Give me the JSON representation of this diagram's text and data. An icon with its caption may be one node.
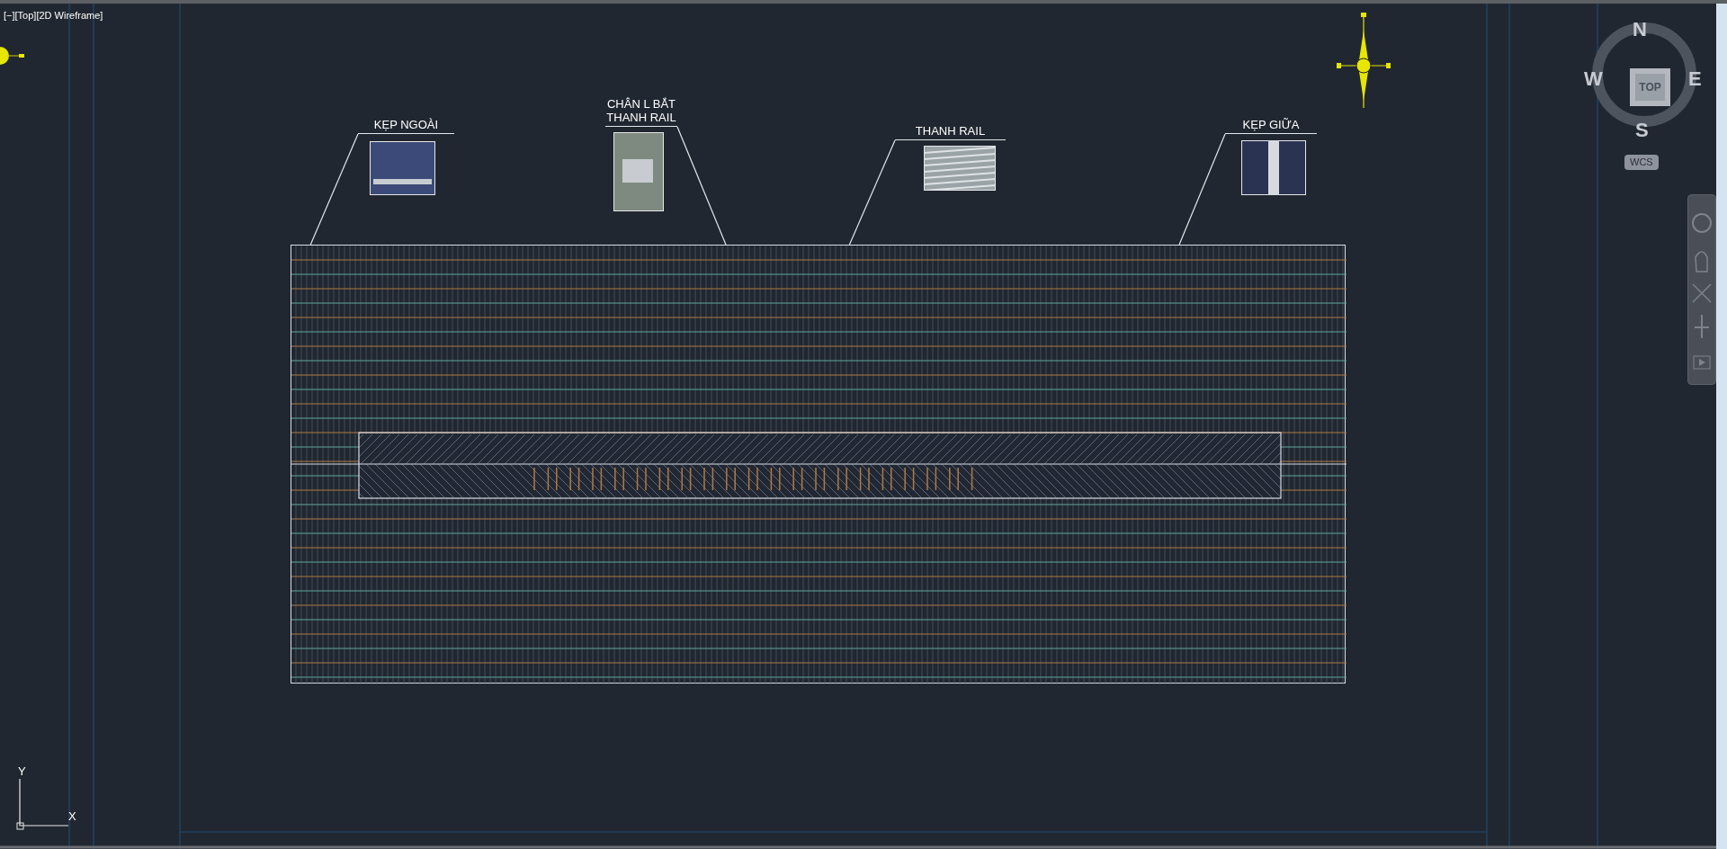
{
  "diagram": {
    "nodes": [
      {
        "text": [
          "KẸP NGOÀI"
        ]
      },
      {
        "text": [
          "CHÂN L BẮT THANH RAIL"
        ]
      },
      {
        "text": [
          "THANH RAIL"
        ]
      },
      {
        "text": [
          "KẸP GIỮA"
        ]
      },
      {
        "text": [],
        "shape": "box"
      }
    ],
    "edges": [
      {
        "from": 0,
        "to": 4,
        "arrow": "none"
      },
      {
        "from": 1,
        "to": 4,
        "arrow": "none"
      },
      {
        "from": 2,
        "to": 4,
        "arrow": "none"
      },
      {
        "from": 3,
        "to": 4,
        "arrow": "none"
      }
    ],
    "labels": [
      "[−][Top][2D Wireframe]",
      "N",
      "W",
      "E",
      "S",
      "TOP",
      "WCS",
      "Y",
      "X"
    ]
  }
}
